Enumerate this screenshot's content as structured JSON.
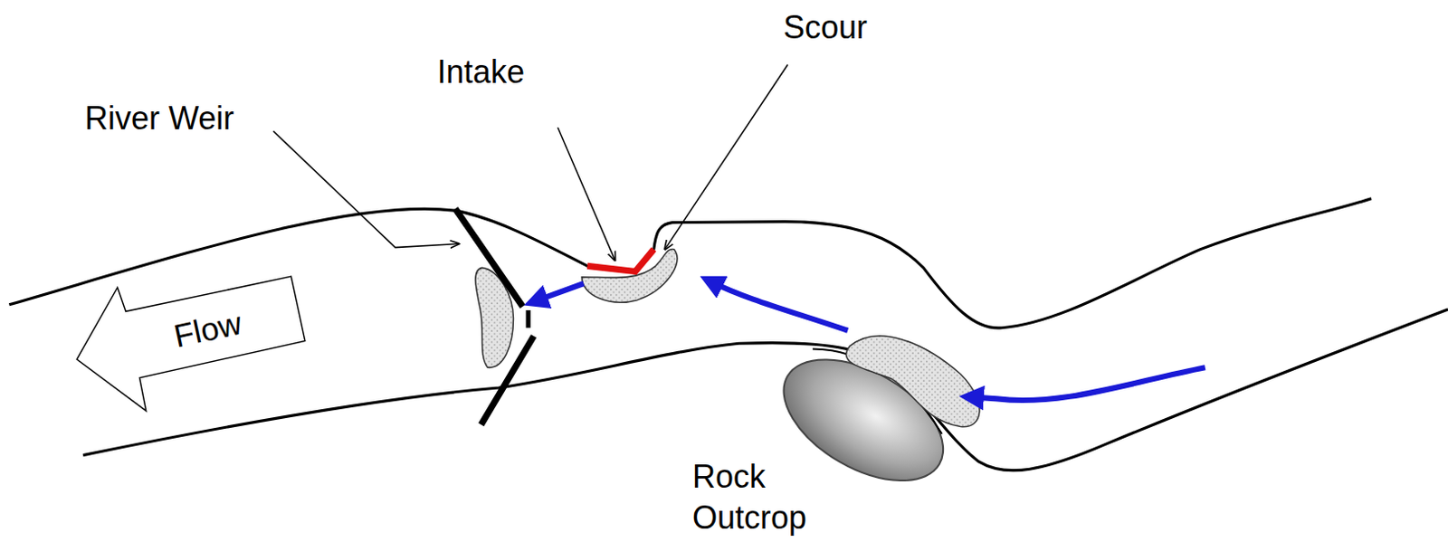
{
  "diagram": {
    "nodes": [
      {
        "text": [
          "Flow"
        ]
      }
    ],
    "labels": [
      "River Weir",
      "Intake",
      "Scour",
      "Rock Outcrop"
    ]
  }
}
